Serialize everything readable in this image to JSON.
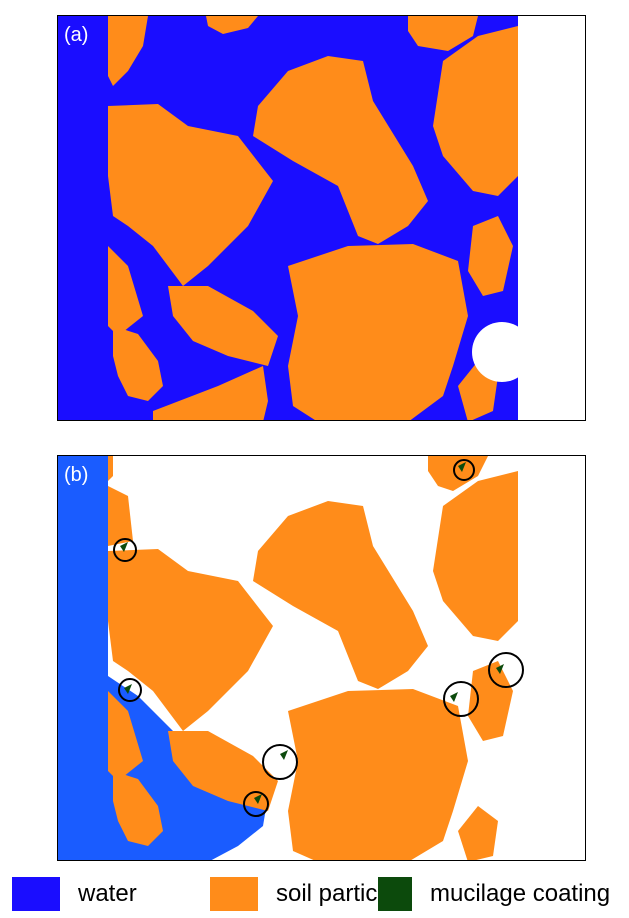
{
  "panels": [
    {
      "label": "(a)"
    },
    {
      "label": "(b)"
    }
  ],
  "legend": [
    {
      "label": "water",
      "color": "#1a0dff"
    },
    {
      "label": "soil particle",
      "color": "#ff8c1a"
    },
    {
      "label": "mucilage coating",
      "color": "#0c4a0c"
    }
  ],
  "colors": {
    "water_a": "#1a0dff",
    "water_b": "#1a5cff",
    "soil": "#ff8c1a",
    "mucilage": "#0c4a0c",
    "air": "#ffffff"
  }
}
